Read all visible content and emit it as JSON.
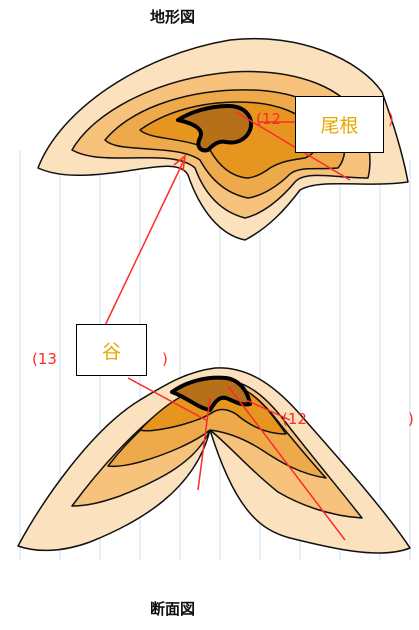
{
  "titles": {
    "top": "地形図",
    "bottom": "断面図"
  },
  "labels": {
    "ridge": "尾根",
    "valley": "谷",
    "ridge_number_open": "(12",
    "ridge_number_close": ")",
    "valley_number_open": "(13",
    "valley_number_close": ")",
    "bottom_number_open": "(12",
    "bottom_number_close": ")"
  },
  "colors": {
    "outer": "#fbe1bd",
    "band2": "#f6c27c",
    "band3": "#eeaa4a",
    "band4": "#e6951f",
    "summit": "#b7701a",
    "annotation": "#ff2a2a",
    "guide": "#c8dff2"
  }
}
